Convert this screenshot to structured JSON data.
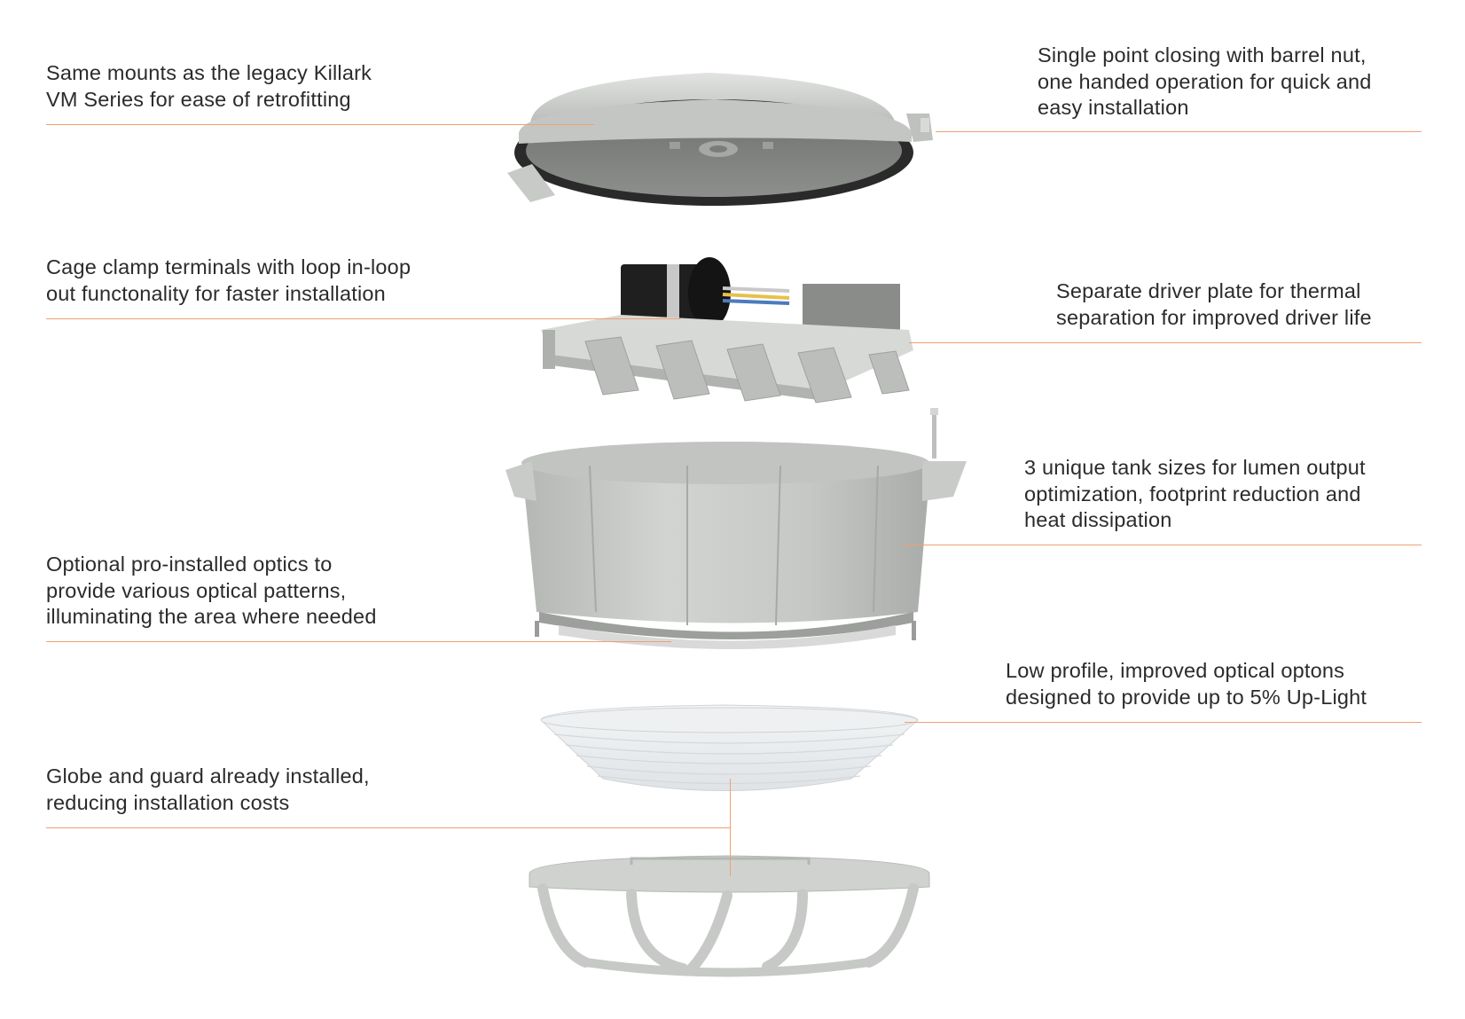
{
  "callouts": {
    "mounts": {
      "lines": [
        "Same mounts as the legacy Killark",
        "VM Series for ease of retrofitting"
      ]
    },
    "closing": {
      "lines": [
        "Single point closing with barrel nut,",
        "one handed operation for quick and",
        "easy installation"
      ]
    },
    "cage_clamp": {
      "lines": [
        "Cage clamp terminals with loop in-loop",
        "out functonality for faster installation"
      ]
    },
    "driver_plate": {
      "lines": [
        "Separate driver plate for thermal",
        "separation for improved driver life"
      ]
    },
    "tank_sizes": {
      "lines": [
        "3 unique tank sizes for lumen output",
        "optimization, footprint reduction and",
        "heat dissipation"
      ]
    },
    "optics": {
      "lines": [
        "Optional pro-installed optics to",
        "provide various optical patterns,",
        "illuminating the area where needed"
      ]
    },
    "low_profile": {
      "lines": [
        "Low profile, improved optical optons",
        "designed to provide up to 5% Up-Light"
      ]
    },
    "globe_guard": {
      "lines": [
        "Globe and guard already installed,",
        "reducing installation costs"
      ]
    }
  },
  "colors": {
    "leader_line": "#f0a070",
    "housing_gray": "#c9cbc9",
    "text": "#2b2b2b"
  }
}
